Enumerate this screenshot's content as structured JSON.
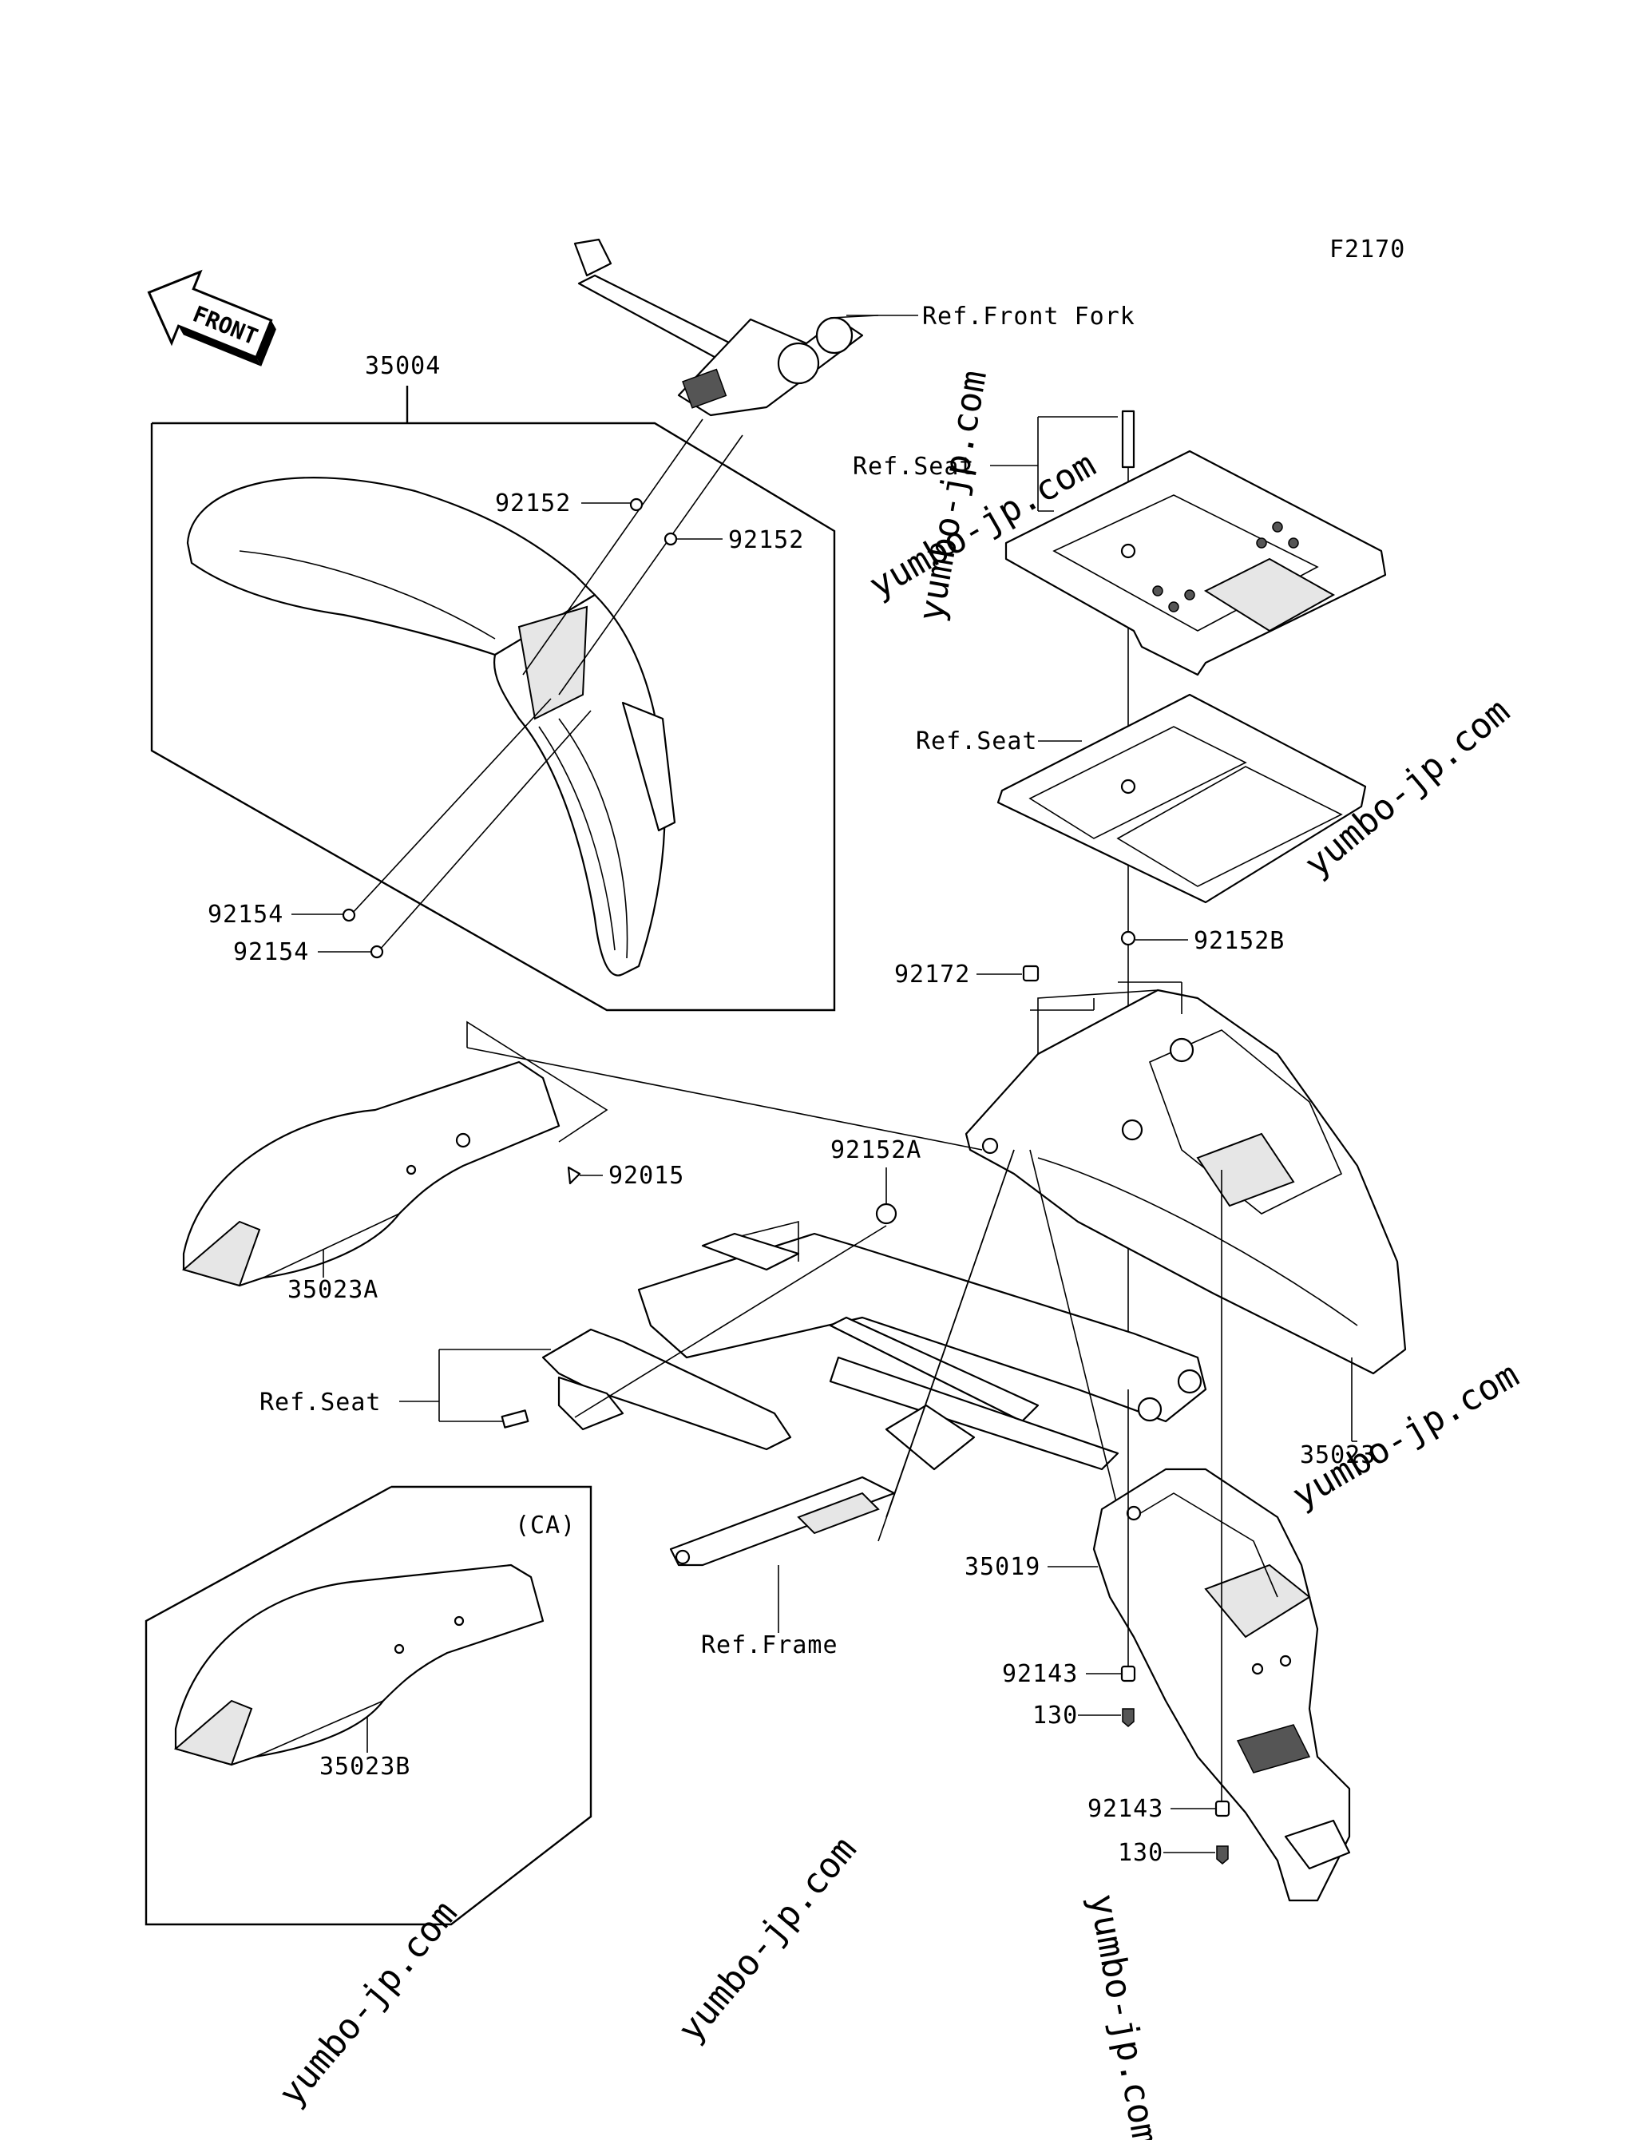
{
  "figure_code": "F2170",
  "front_arrow": "FRONT",
  "ca_tag": "(CA)",
  "watermark": "yumbo-jp.com",
  "parts": {
    "p35004": "35004",
    "p92152_1": "92152",
    "p92152_2": "92152",
    "p92154_1": "92154",
    "p92154_2": "92154",
    "p92152B": "92152B",
    "p92172": "92172",
    "p92015": "92015",
    "p92152A": "92152A",
    "p35023A": "35023A",
    "p35023": "35023",
    "p35019": "35019",
    "p92143_1": "92143",
    "p130_1": "130",
    "p92143_2": "92143",
    "p130_2": "130",
    "p35023B": "35023B"
  },
  "refs": {
    "front_fork": "Ref.Front Fork",
    "seat_top": "Ref.Seat",
    "seat_mid": "Ref.Seat",
    "seat_left": "Ref.Seat",
    "frame": "Ref.Frame"
  }
}
